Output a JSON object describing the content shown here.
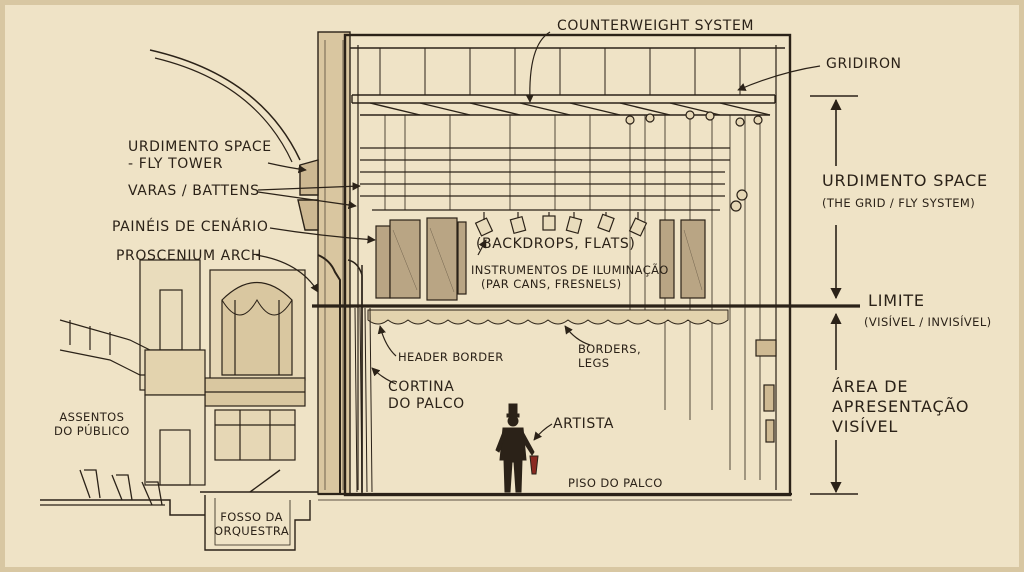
{
  "colors": {
    "paper": "#efe3c6",
    "ink": "#2b2218",
    "wood": "#c9b08a",
    "panel": "#b9a584"
  },
  "labels": {
    "counterweight": "COUNTERWEIGHT SYSTEM",
    "gridiron": "GRIDIRON",
    "urdimento_fly_1": "URDIMENTO SPACE",
    "urdimento_fly_2": "- FLY TOWER",
    "varas": "VARAS / BATTENS",
    "paineis": "PAINÉIS DE CENÁRIO",
    "proscenium": "PROSCENIUM ARCH",
    "backdrops": "(BACKDROPS, FLATS)",
    "instrumentos_1": "INSTRUMENTOS DE ILUMINAÇÃO",
    "instrumentos_2": "(PAR CANS, FRESNELS)",
    "header_border": "HEADER BORDER",
    "borders_1": "BORDERS,",
    "borders_2": "LEGS",
    "cortina_1": "CORTINA",
    "cortina_2": "DO PALCO",
    "artista": "ARTISTA",
    "piso": "PISO DO PALCO",
    "assentos_1": "ASSENTOS",
    "assentos_2": "DO PÚBLICO",
    "fosso_1": "FOSSO DA",
    "fosso_2": "ORQUESTRA",
    "urdimento_space": "URDIMENTO SPACE",
    "grid_fly": "(THE GRID / FLY SYSTEM)",
    "limite": "LIMITE",
    "visivel_invisivel": "(VISÍVEL / INVISÍVEL)",
    "area_1": "ÁREA DE",
    "area_2": "APRESENTAÇÃO",
    "area_3": "VISÍVEL"
  }
}
